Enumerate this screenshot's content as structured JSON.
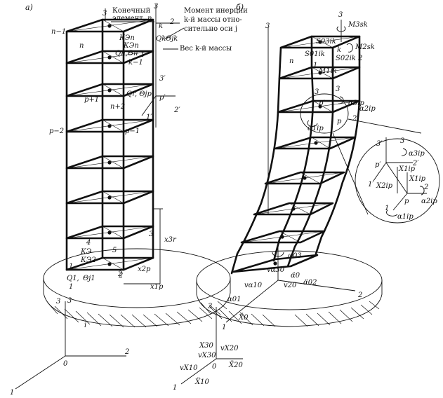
{
  "panel_a": {
    "tag": "а)",
    "callouts": {
      "final_element": [
        "Конечный",
        "элемент",
        "n"
      ],
      "moment_inertia": [
        "Момент инерции",
        "k-й массы отно-",
        "сительно оси j"
      ],
      "weight": "Вес k-й массы"
    },
    "labels": {
      "n_minus_1": "n−1",
      "n": "n",
      "k": "k",
      "k_minus_1": "k−1",
      "ke_n": "КЭn",
      "ke_n2": "КЭn",
      "q_theta_n": "Qn,Θn",
      "q_k": "Qk",
      "theta_jk": "Θjk",
      "p_plus_1": "p+1",
      "n_plus_2": "n+2",
      "q_theta_p": "Qr, Θjp",
      "p_prime": "p′",
      "p_minus_2": "p−2",
      "p_minus_1": "p−1",
      "four": "4",
      "five": "5",
      "ke_1": "КЭ",
      "ke_2": "КЭ2",
      "q1": "Q1,",
      "theta_j1": "Θj1",
      "x3r": "x3r",
      "x2p": "x2p",
      "x1p": "x1p",
      "ax3_top": "3",
      "ax2_top": "2",
      "ax1_mid": "1",
      "ax3_mid": "3′",
      "ax2_mid": "2′",
      "ax1_mid2": "1′",
      "base_1": "1",
      "base_2": "2",
      "base_3": "3",
      "base_i": "i",
      "gax_3": "3",
      "gax_2": "2",
      "gax_1": "1",
      "gax_0": "0",
      "three_left": "3",
      "one_small": "1",
      "two_small": "2"
    }
  },
  "panel_b": {
    "tag": "б)",
    "labels": {
      "ax3": "3",
      "m3sk": "M3sk",
      "s03ik": "S03ik",
      "m2sk": "M2sk",
      "s01ik": "S01ik",
      "k": "k",
      "s02ik": "S02ik",
      "two": "2",
      "n": "n",
      "one": "1",
      "m1ik": "M1ik",
      "three_l": "3",
      "p_prime": "p′",
      "three_p": "3",
      "alpha3ip": "α3ip",
      "alpha2ip": "α2ip",
      "p": "p",
      "alpha1ip": "α1ip",
      "two_p": "2′",
      "three_prime": "3′",
      "phi03": "φ03",
      "v_alpha30": "vα30",
      "v_alpha10": "vα10",
      "v_alpha20": "v20",
      "alpha_dd_0": "α̈0",
      "alpha_dd_02": "α̈02",
      "alpha01": "α01",
      "x_dd_0": "Ẍ0",
      "base_2": "2",
      "base_1": "1",
      "x30": "X30",
      "vx30": "vX30",
      "vx10": "vX10",
      "vx20": "vX20",
      "x20": "Ẍ20",
      "x10": "Ẍ10",
      "gax_3": "3",
      "gax_1": "1",
      "gax_0": "0"
    }
  },
  "detail": {
    "labels": {
      "three_prime": "3′",
      "three": "3",
      "alpha3ip": "α3ip",
      "two_prime": "2′",
      "p_prime": "p′",
      "x1ip": "X1ip",
      "x2ip": "X2ip",
      "one_prime": "1′",
      "xi1p": "X1ip",
      "two": "2",
      "alpha2ip": "α2ip",
      "p": "p",
      "one": "1",
      "alpha1ip": "α1ip"
    }
  }
}
